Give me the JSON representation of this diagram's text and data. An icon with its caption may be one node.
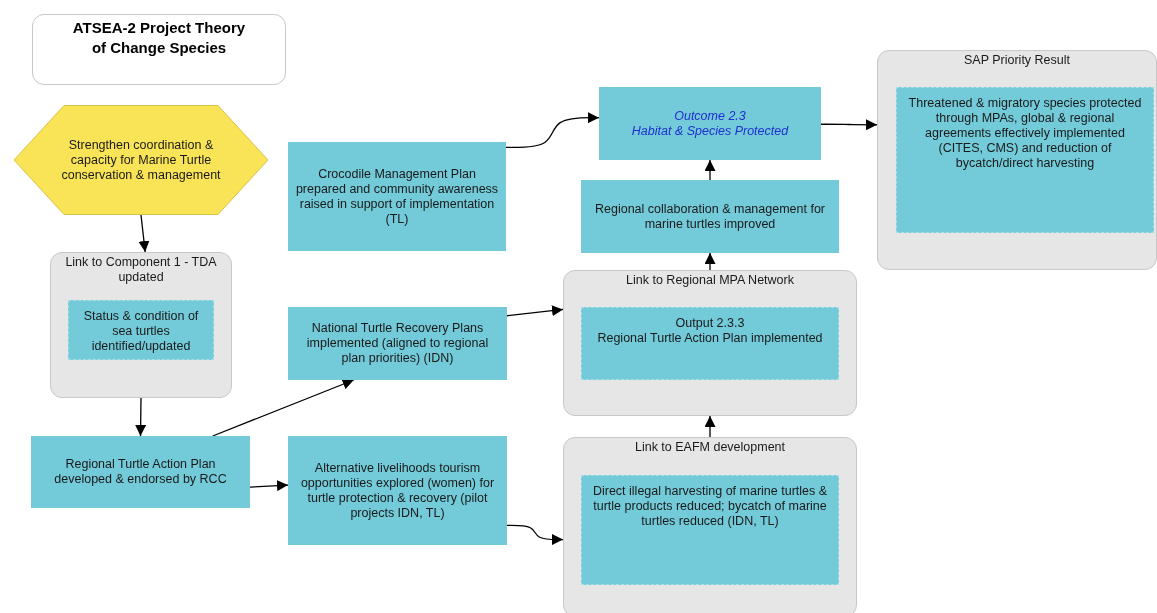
{
  "diagram": {
    "title": "ATSEA-2 Project Theory of Change Species",
    "nodes": [
      {
        "text": [
          "Strengthen coordination & capacity for Marine Turtle conservation & management"
        ]
      },
      {
        "text": [
          "Link to Component 1 - TDA updated"
        ]
      },
      {
        "text": [
          "Status & condition of sea turtles identified/updated"
        ],
        "in": 1
      },
      {
        "text": [
          "Regional Turtle Action Plan developed & endorsed by RCC"
        ]
      },
      {
        "text": [
          "Crocodile Management Plan prepared and community awareness raised in support of implementation (TL)"
        ]
      },
      {
        "text": [
          "National Turtle Recovery Plans implemented (aligned to regional plan priorities) (IDN)"
        ]
      },
      {
        "text": [
          "Alternative livelihoods tourism opportunities explored (women) for turtle protection & recovery (pilot projects IDN, TL)"
        ]
      },
      {
        "text": [
          "Outcome 2.3",
          "Habitat & Species Protected"
        ]
      },
      {
        "text": [
          "Regional collaboration & management for marine turtles improved"
        ]
      },
      {
        "text": [
          "SAP Priority Result"
        ]
      },
      {
        "text": [
          "Threatened & migratory species protected through MPAs, global & regional agreements effectively implemented (CITES, CMS) and reduction of bycatch/direct harvesting"
        ],
        "in": 9
      },
      {
        "text": [
          "Link to Regional MPA Network"
        ]
      },
      {
        "text": [
          "Output 2.3.3",
          "Regional Turtle Action Plan implemented"
        ],
        "in": 11
      },
      {
        "text": [
          "Link to EAFM development"
        ]
      },
      {
        "text": [
          "Direct illegal harvesting of marine turtles & turtle products reduced; bycatch of marine turtles reduced (IDN, TL)"
        ],
        "in": 13
      }
    ],
    "edges": [
      {
        "from": 0,
        "to": 1,
        "arrow": "to"
      },
      {
        "from": 1,
        "to": 3,
        "arrow": "to"
      },
      {
        "from": 3,
        "to": 5,
        "arrow": "to"
      },
      {
        "from": 3,
        "to": 6,
        "arrow": "to"
      },
      {
        "from": 5,
        "to": 11,
        "arrow": "to"
      },
      {
        "from": 6,
        "to": 13,
        "arrow": "to"
      },
      {
        "from": 4,
        "to": 7,
        "arrow": "to"
      },
      {
        "from": 7,
        "to": 9,
        "arrow": "to"
      },
      {
        "from": 8,
        "to": 7,
        "arrow": "to"
      },
      {
        "from": 11,
        "to": 8,
        "arrow": "to"
      },
      {
        "from": 13,
        "to": 11,
        "arrow": "to"
      }
    ]
  }
}
